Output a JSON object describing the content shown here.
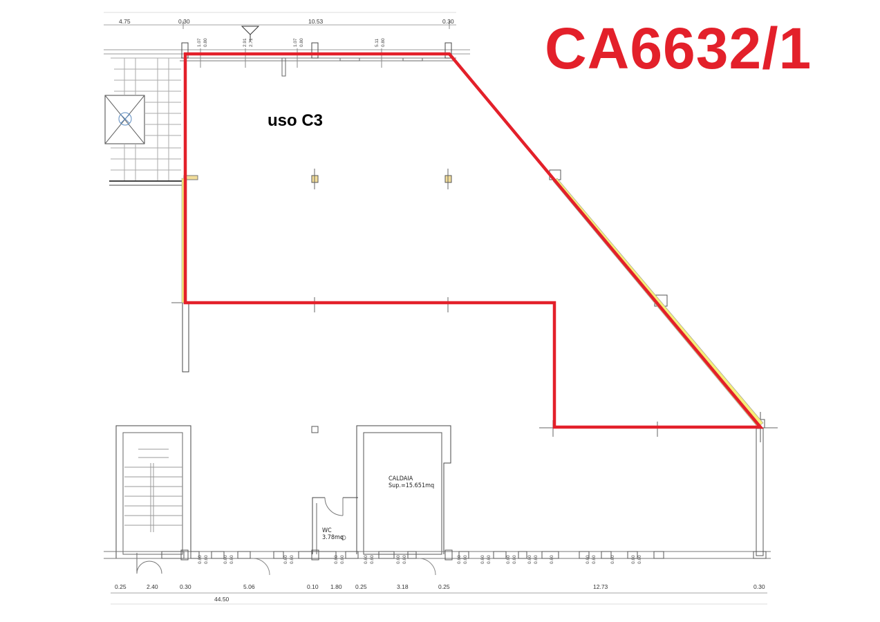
{
  "drawing_code": "CA6632/1",
  "zone_label": "uso C3",
  "rooms": {
    "caldaia": {
      "name": "CALDAIA",
      "area": "Sup.=15.651mq"
    },
    "wc": {
      "name": "WC",
      "area": "3.78mq"
    }
  },
  "dimensions": {
    "top": [
      "4.75",
      "0.30",
      "10.53",
      "0.30"
    ],
    "bottom": [
      "0.25",
      "2.40",
      "0.30",
      "5.06",
      "0.10",
      "1.80",
      "0.25",
      "3.18",
      "0.25",
      "12.73",
      "0.30"
    ],
    "overall": "44.50"
  },
  "colors": {
    "highlight": "#e3202a",
    "wall": "#555555",
    "column_fill": "#f2dd9a",
    "strip": "#f5ee7a"
  }
}
